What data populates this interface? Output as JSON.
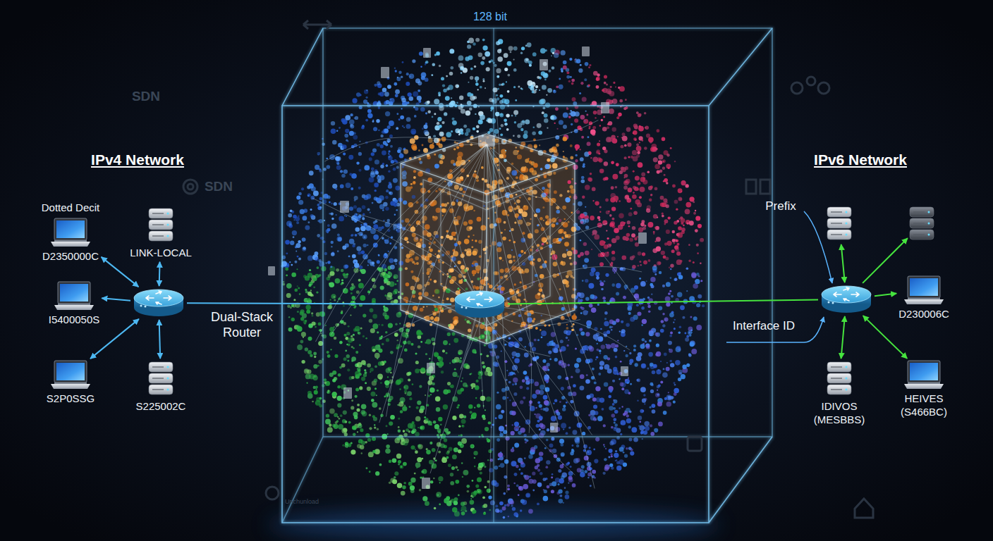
{
  "diagram": {
    "nodes": [
      {
        "text": [
          "Dotted Decit",
          "D2350000C"
        ]
      },
      {
        "text": [
          "LINK-LOCAL"
        ]
      },
      {
        "text": []
      },
      {
        "text": [
          "I5400050S"
        ]
      },
      {
        "text": [
          "S2P0SSG"
        ]
      },
      {
        "text": [
          "S225002C"
        ]
      },
      {
        "text": []
      },
      {
        "text": []
      },
      {
        "text": []
      },
      {
        "text": []
      },
      {
        "text": [
          "D230006C"
        ]
      },
      {
        "text": [
          "IDIVOS (MESBBS)"
        ]
      },
      {
        "text": [
          "HEIVES (S466BC)"
        ]
      }
    ],
    "edges": [
      {
        "from": 2,
        "to": 0,
        "arrow": "both"
      },
      {
        "from": 2,
        "to": 1,
        "arrow": "both"
      },
      {
        "from": 2,
        "to": 3,
        "arrow": "to"
      },
      {
        "from": 2,
        "to": 4,
        "arrow": "both"
      },
      {
        "from": 2,
        "to": 5,
        "arrow": "both"
      },
      {
        "from": 2,
        "to": 6,
        "arrow": "none",
        "label": "Dual-Stack Router"
      },
      {
        "from": 6,
        "to": 9,
        "arrow": "none"
      },
      {
        "from": 9,
        "to": 7,
        "arrow": "both"
      },
      {
        "from": 9,
        "to": 8,
        "arrow": "to"
      },
      {
        "from": 9,
        "to": 10,
        "arrow": "to"
      },
      {
        "from": 9,
        "to": 11,
        "arrow": "both"
      },
      {
        "from": 9,
        "to": 12,
        "arrow": "both"
      }
    ],
    "labels": [
      "128 bit",
      "SDN",
      "IPv4 Network",
      "IPv6 Network",
      "SDN",
      "Prefix",
      "Interface ID",
      "Unchunload"
    ]
  }
}
